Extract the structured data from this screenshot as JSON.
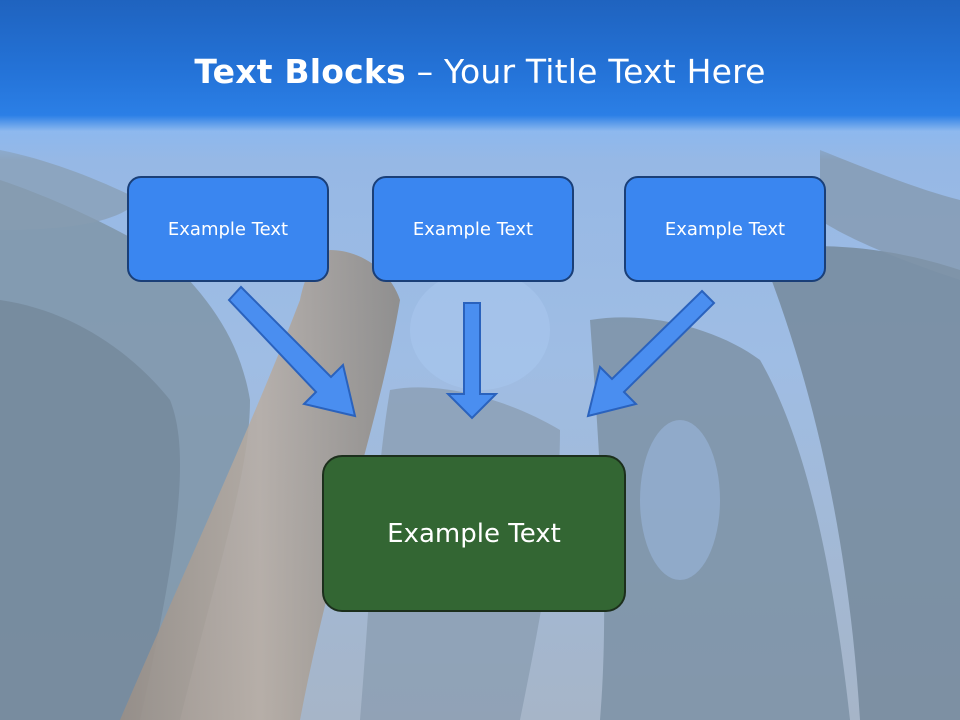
{
  "title": {
    "bold": "Text Blocks",
    "dash": " – ",
    "rest": "Your Title Text Here"
  },
  "boxes": [
    {
      "label": "Example Text"
    },
    {
      "label": "Example Text"
    },
    {
      "label": "Example Text"
    }
  ],
  "target": {
    "label": "Example Text"
  },
  "colors": {
    "header_blue": "#2473d8",
    "box_blue": "#3a86f0",
    "box_border": "#1a3f78",
    "target_green": "#336633",
    "arrow_fill": "#4a8ef0",
    "arrow_stroke": "#2a62bd"
  }
}
